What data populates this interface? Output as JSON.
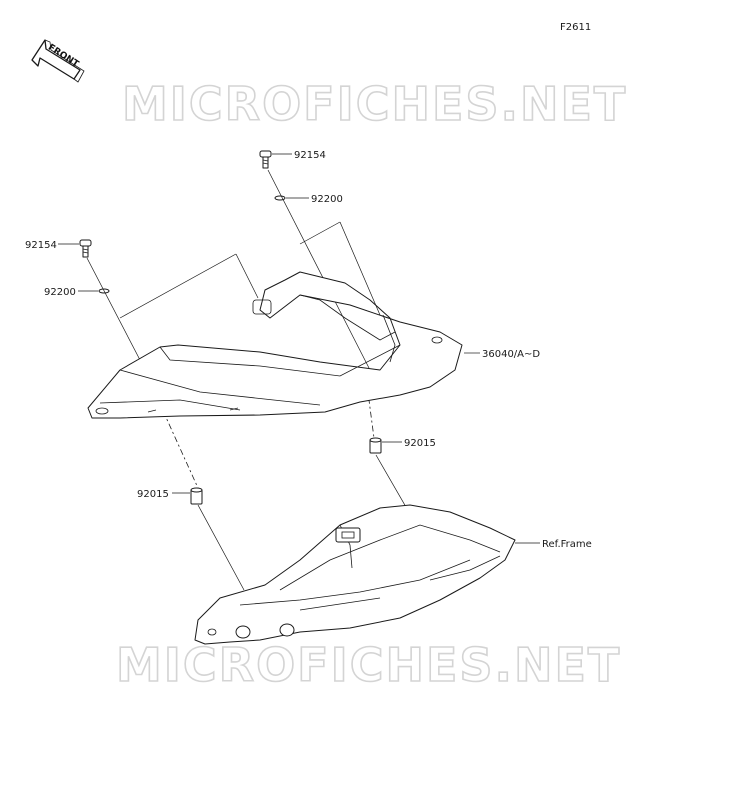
{
  "figure_id": "F2611",
  "front_label": "FRONT",
  "watermark": "MICROFICHES.NET",
  "callouts": {
    "bolt_upper": "92154",
    "washer_upper": "92200",
    "bolt_left": "92154",
    "washer_left": "92200",
    "cover": "36040/A~D",
    "collar_right": "92015",
    "collar_left": "92015",
    "frame": "Ref.Frame"
  },
  "icons": {
    "front_arrow": "front-arrow-icon"
  }
}
